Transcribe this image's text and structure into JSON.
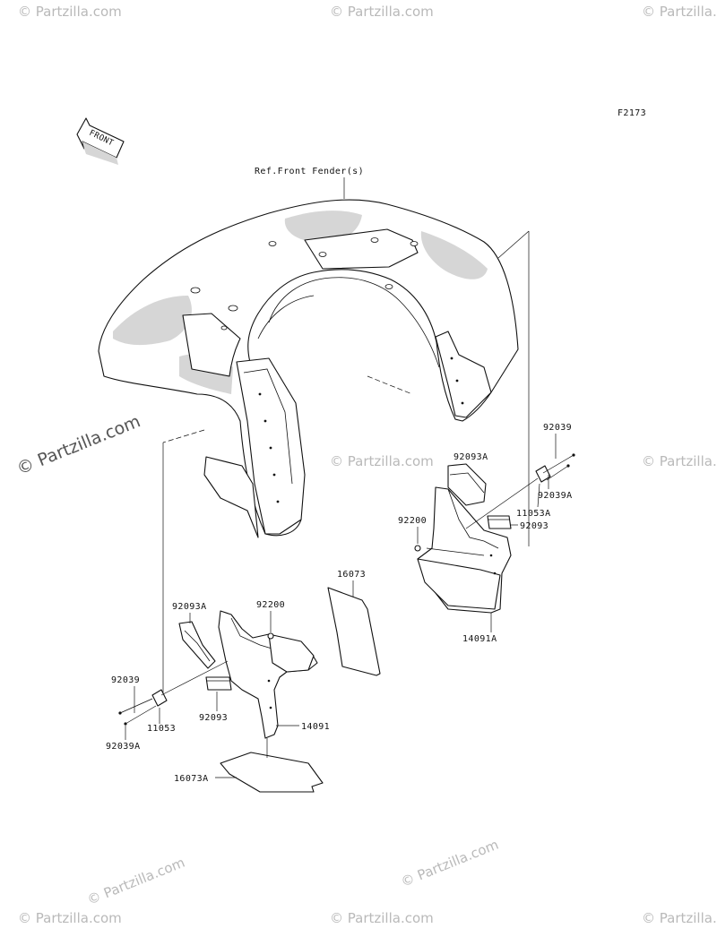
{
  "figure_code": "F2173",
  "front_arrow_label": "FRONT",
  "ref_label": "Ref.Front Fender(s)",
  "watermark_main": "© Partzilla.com",
  "watermark_repeat": "© Partzilla.com",
  "parts": {
    "p92039_right": "92039",
    "p92093A_right": "92093A",
    "p92039A_right": "92039A",
    "p92200_right": "92200",
    "p11053A": "11053A",
    "p92093_right": "92093",
    "p14091A": "14091A",
    "p16073": "16073",
    "p92093A_left": "92093A",
    "p92200_left": "92200",
    "p92039_left": "92039",
    "p11053": "11053",
    "p92093_left": "92093",
    "p14091": "14091",
    "p92039A_left": "92039A",
    "p16073A": "16073A"
  },
  "colors": {
    "line": "#111111",
    "watermark": "#b9b9b9",
    "shade": "#d6d6d6"
  }
}
